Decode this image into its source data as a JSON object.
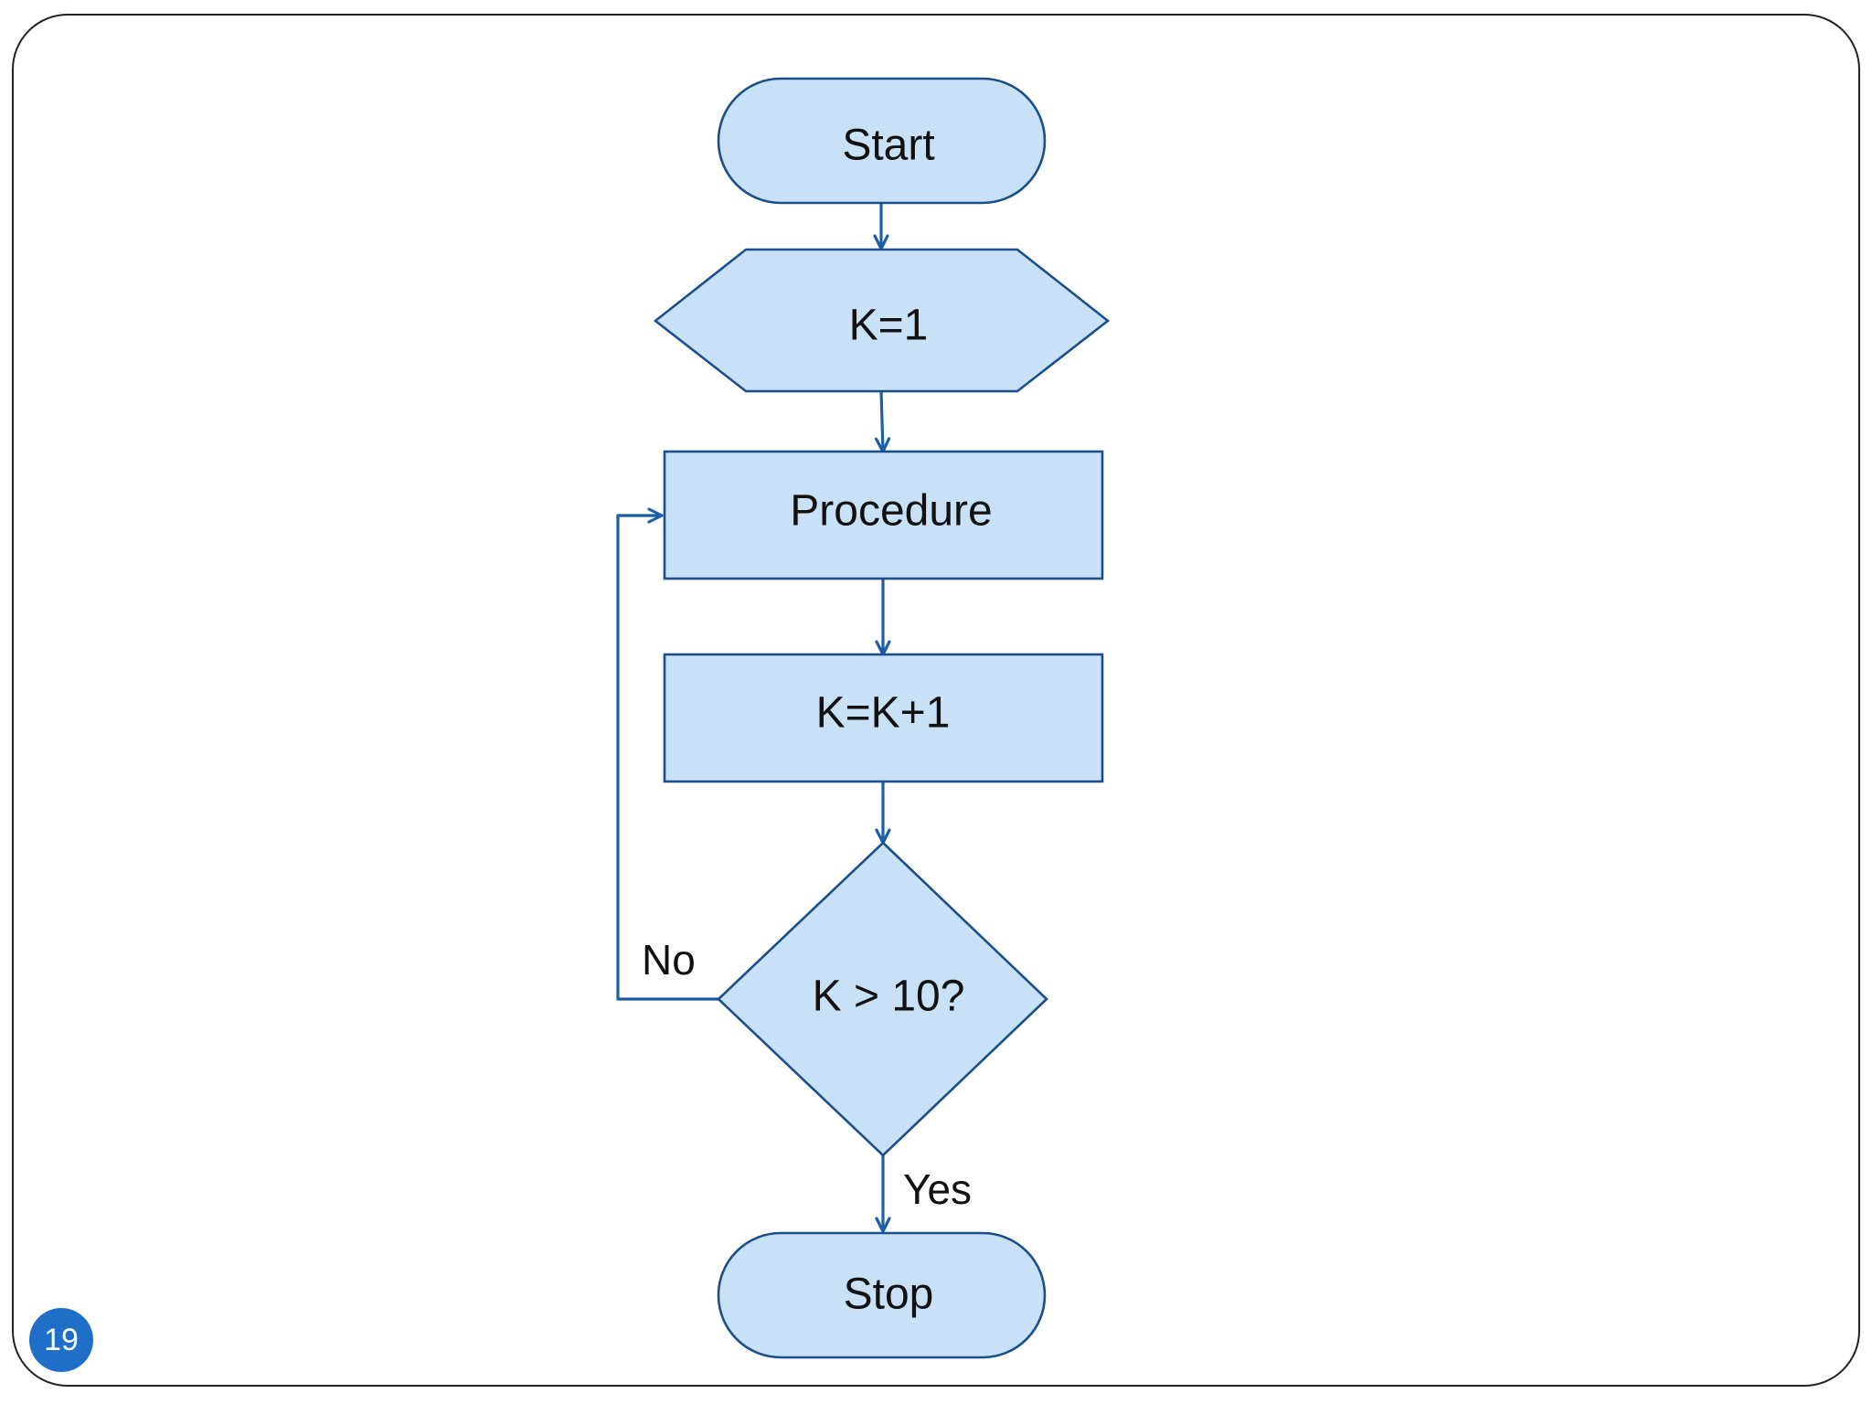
{
  "flowchart": {
    "nodes": {
      "start": {
        "label": "Start",
        "shape": "terminator"
      },
      "init": {
        "label": "K=1",
        "shape": "preparation"
      },
      "procedure": {
        "label": "Procedure",
        "shape": "process"
      },
      "increment": {
        "label": "K=K+1",
        "shape": "process"
      },
      "decision": {
        "label": "K > 10?",
        "shape": "decision"
      },
      "stop": {
        "label": "Stop",
        "shape": "terminator"
      }
    },
    "edges": [
      {
        "from": "start",
        "to": "init",
        "label": ""
      },
      {
        "from": "init",
        "to": "procedure",
        "label": ""
      },
      {
        "from": "procedure",
        "to": "increment",
        "label": ""
      },
      {
        "from": "increment",
        "to": "decision",
        "label": ""
      },
      {
        "from": "decision",
        "to": "procedure",
        "label": "No"
      },
      {
        "from": "decision",
        "to": "stop",
        "label": "Yes"
      }
    ],
    "edge_labels": {
      "no": "No",
      "yes": "Yes"
    }
  },
  "slide": {
    "page_number": "19"
  },
  "colors": {
    "node_fill": "#c8e1f7",
    "node_stroke": "#1a4f8b",
    "connector": "#1a5fa8",
    "badge": "#1f6fc8"
  }
}
